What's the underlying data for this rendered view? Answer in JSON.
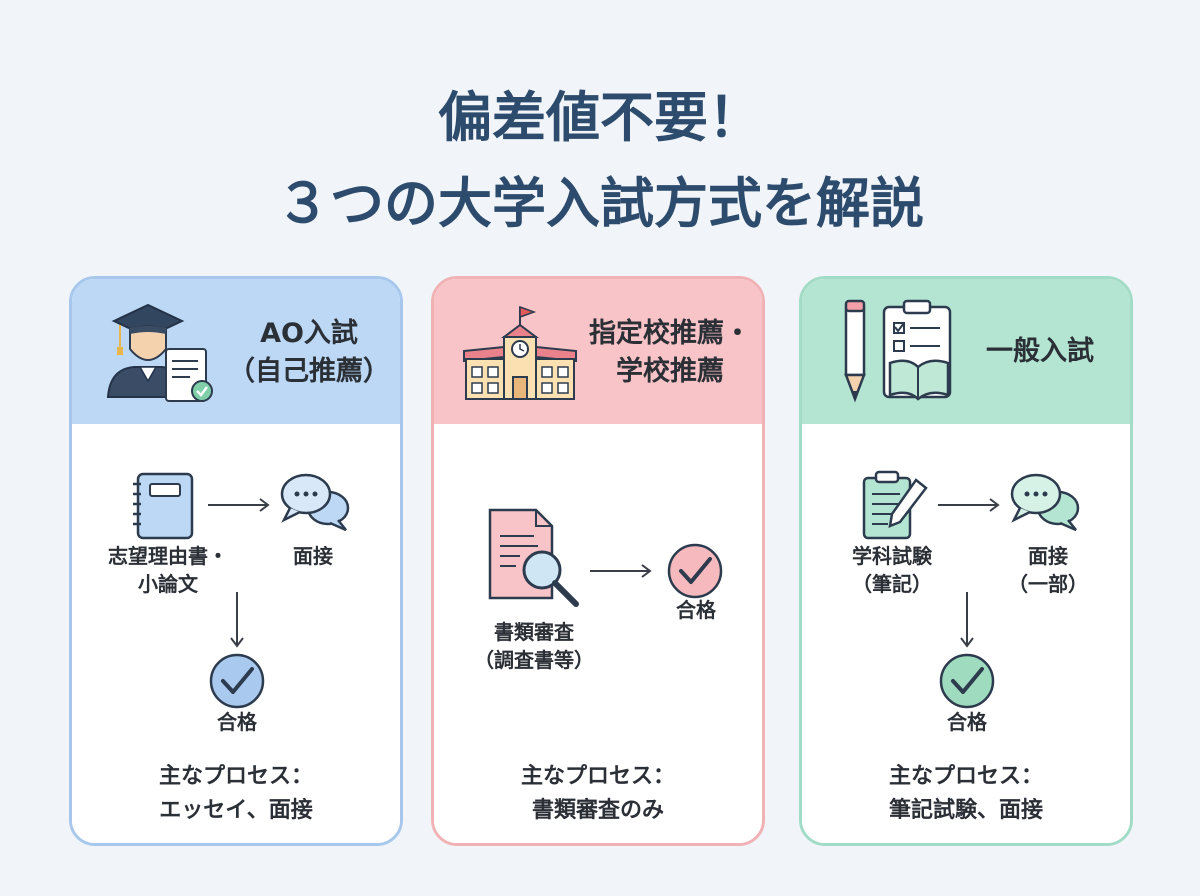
{
  "title": {
    "line1": "偏差値不要！",
    "line2": "３つの大学入試方式を解説"
  },
  "cards": {
    "ao": {
      "title_line1": "AO入試",
      "title_line2": "（自己推薦）",
      "step1_line1": "志望理由書・",
      "step1_line2": "小論文",
      "step2": "面接",
      "result": "合格",
      "summary_label": "主なプロセス：",
      "summary_text": "エッセイ、面接",
      "accent": "#7fa9d9"
    },
    "suisen": {
      "title_line1": "指定校推薦・",
      "title_line2": "学校推薦",
      "step1_line1": "書類審査",
      "step1_line2": "（調査書等）",
      "result": "合格",
      "summary_label": "主なプロセス：",
      "summary_text": "書類審査のみ",
      "accent": "#ea8d94"
    },
    "ippan": {
      "title": "一般入試",
      "step1_line1": "学科試験",
      "step1_line2": "（筆記）",
      "step2_line1": "面接",
      "step2_line2": "（一部）",
      "result": "合格",
      "summary_label": "主なプロセス：",
      "summary_text": "筆記試験、面接",
      "accent": "#6cc2a2"
    }
  },
  "icons": {
    "ao_header": "graduate-with-document-icon",
    "suisen_header": "school-building-icon",
    "ippan_header": "pencil-clipboard-book-icon",
    "notebook": "notebook-icon",
    "chat": "speech-bubbles-icon",
    "check": "check-circle-icon",
    "document_search": "document-magnifier-icon",
    "clipboard_pen": "clipboard-pen-icon",
    "arrow": "arrow-icon"
  }
}
